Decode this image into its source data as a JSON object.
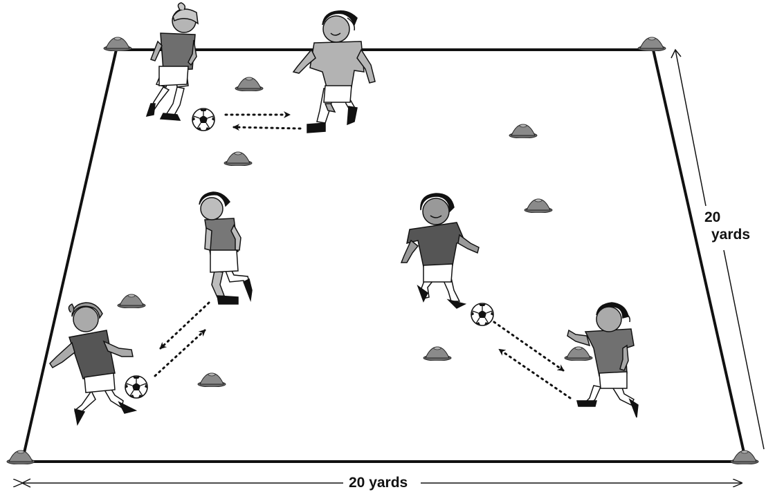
{
  "diagram": {
    "width_label": "20 yards",
    "height_label_number": "20",
    "height_label_unit": "yards"
  }
}
